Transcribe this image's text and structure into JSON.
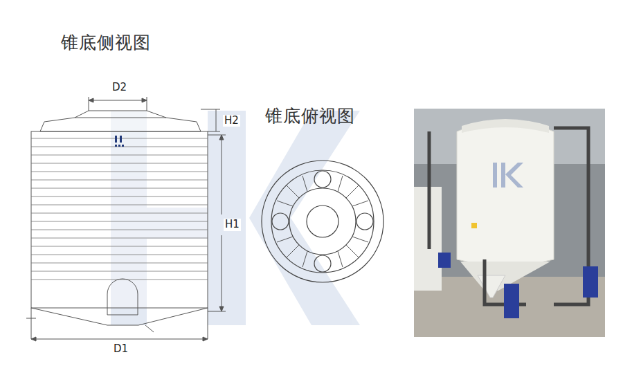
{
  "diagram": {
    "title": "锥底侧视图",
    "labels": [
      "锥底俯视图",
      "D2",
      "H2",
      "H1",
      "D1"
    ]
  }
}
